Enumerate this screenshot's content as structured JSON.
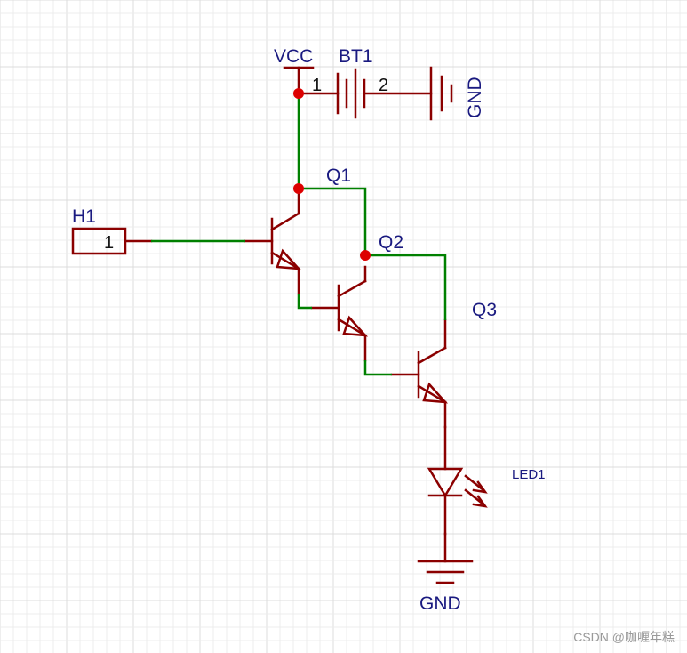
{
  "labels": {
    "vcc": "VCC",
    "bt1": "BT1",
    "bt1_pin1": "1",
    "bt1_pin2": "2",
    "gnd_top": "GND",
    "h1": "H1",
    "h1_pin": "1",
    "q1": "Q1",
    "q2": "Q2",
    "q3": "Q3",
    "led1": "LED1",
    "gnd_bottom": "GND"
  },
  "watermark": "CSDN @咖喱年糕",
  "colors": {
    "component": "#8b0000",
    "wire": "#008000",
    "junction": "#dd0000",
    "label": "#1a1a80",
    "grid": "#ececec"
  }
}
